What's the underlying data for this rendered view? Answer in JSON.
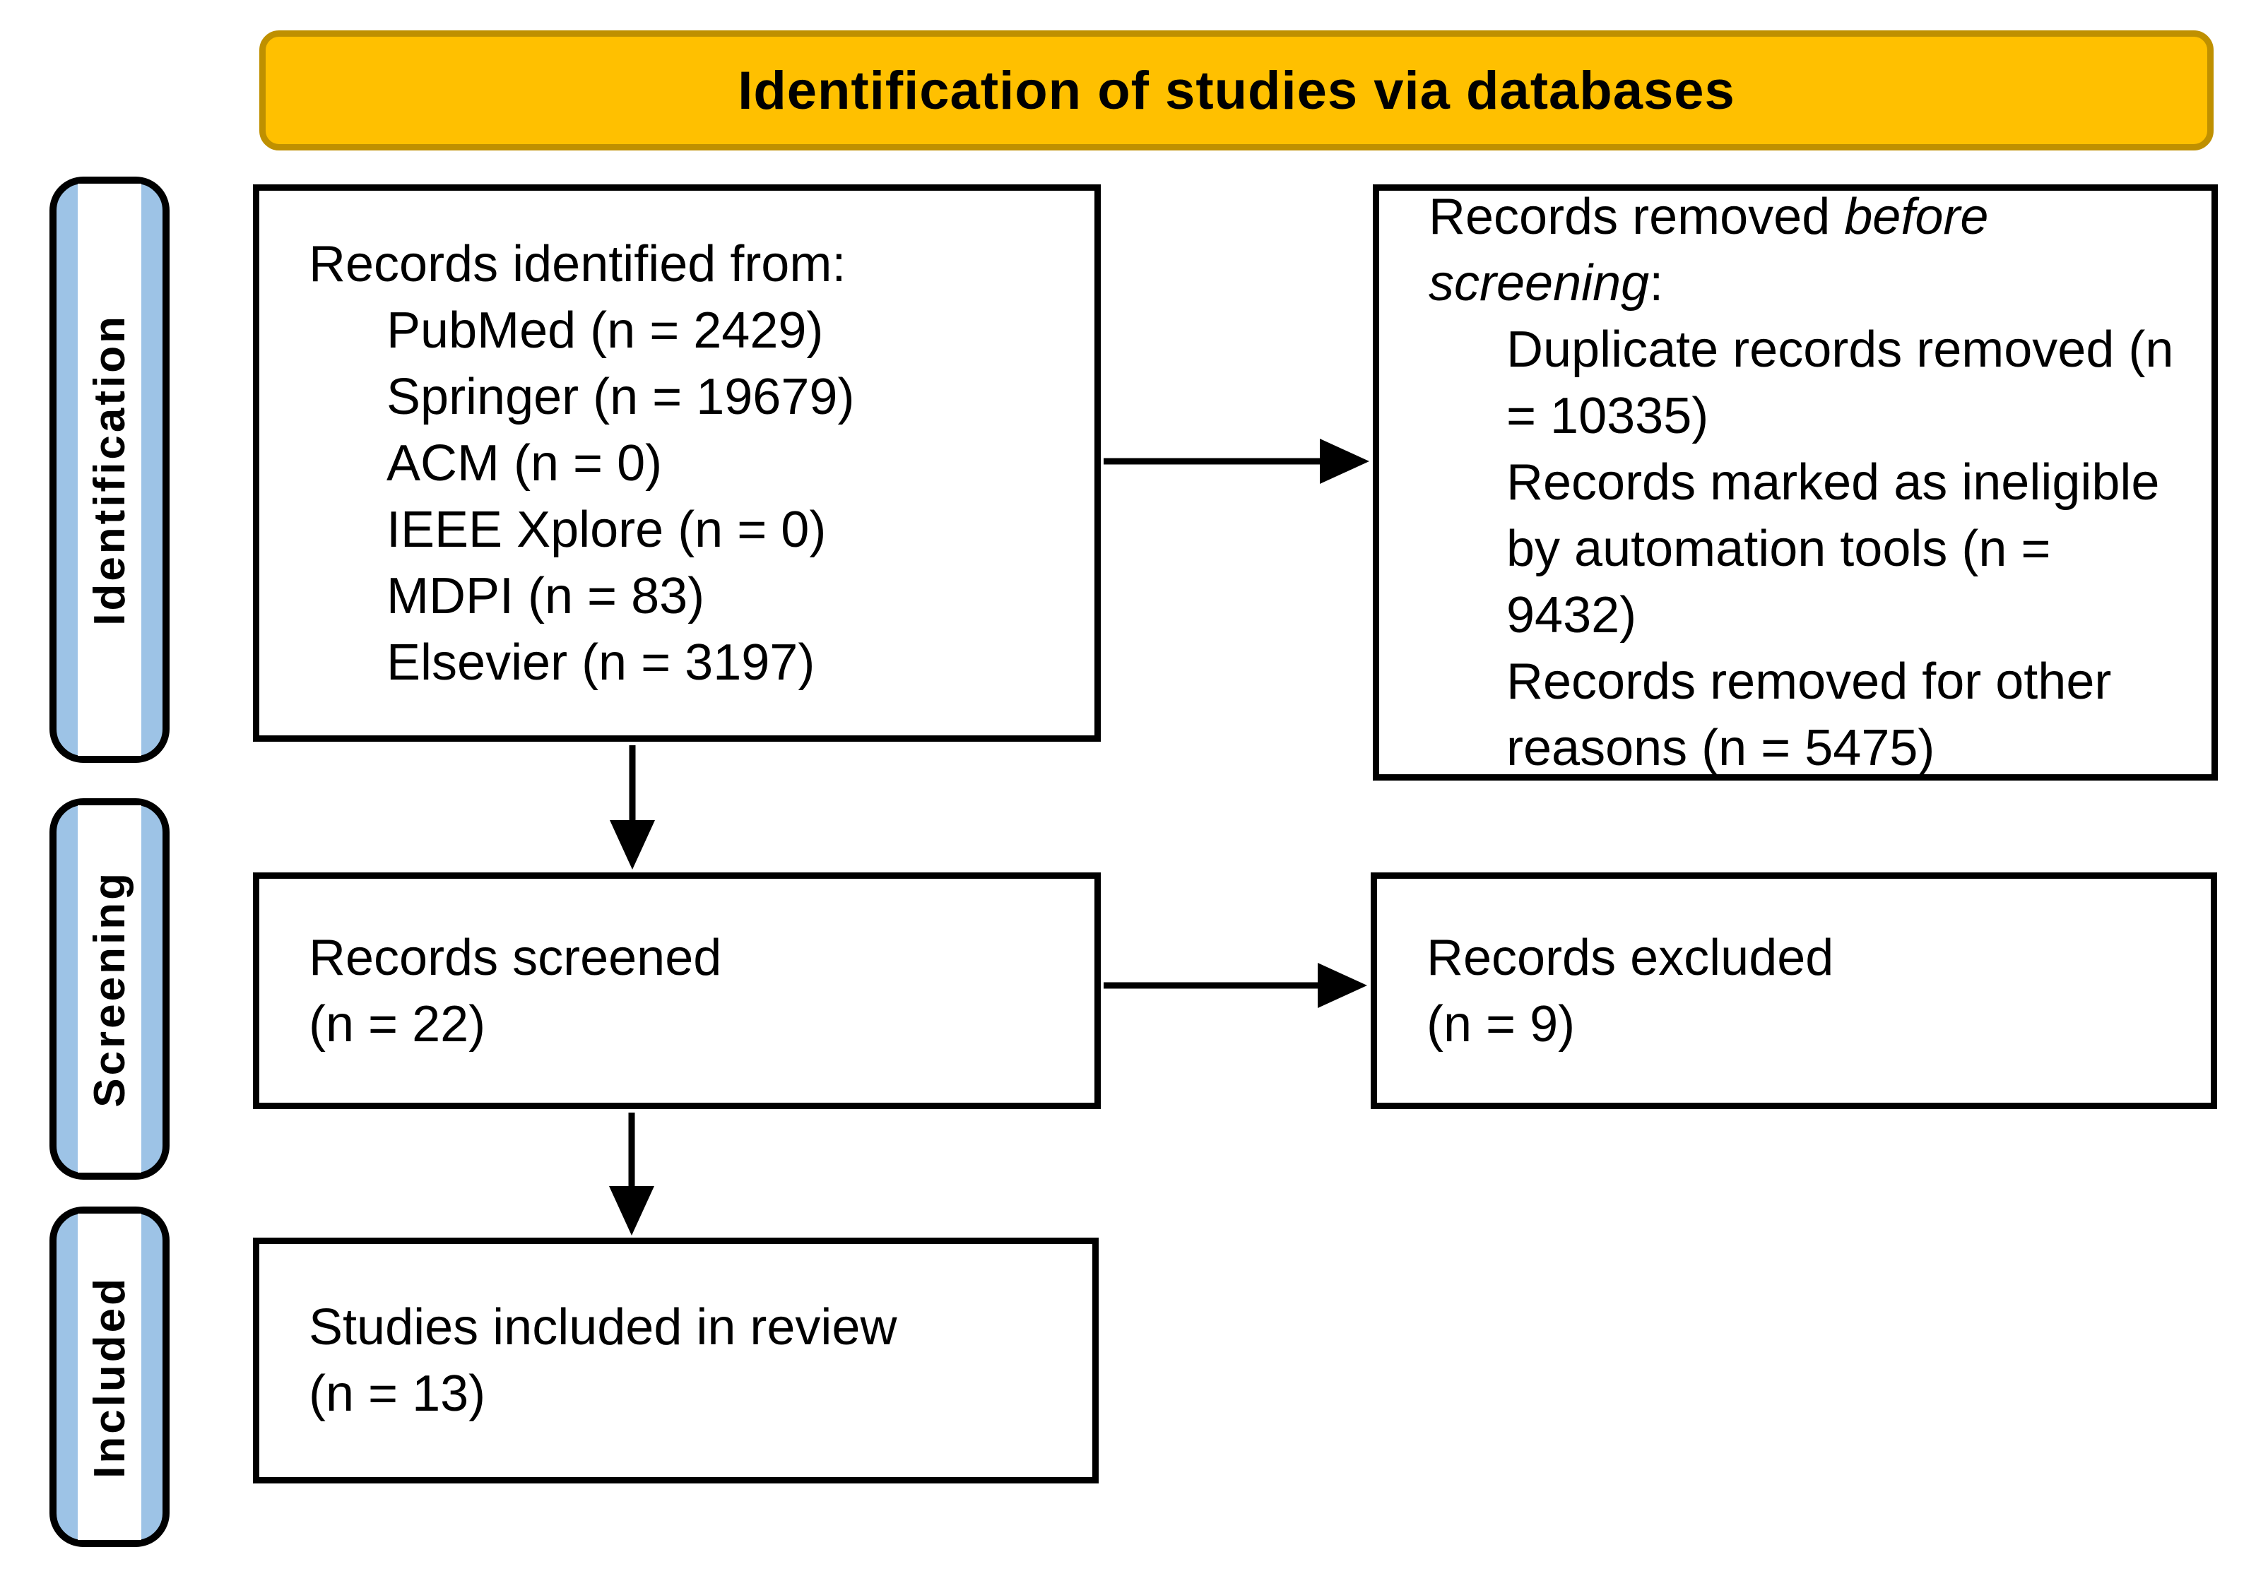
{
  "header": {
    "title": "Identification of studies via databases"
  },
  "sidebar": {
    "identification_label": "Identification",
    "screening_label": "Screening",
    "included_label": "Included"
  },
  "boxes": {
    "identified": {
      "title": "Records identified from:",
      "items": [
        "PubMed (n = 2429)",
        "Springer (n = 19679)",
        "ACM (n = 0)",
        "IEEE Xplore (n = 0)",
        "MDPI (n = 83)",
        "Elsevier (n = 3197)"
      ]
    },
    "removed": {
      "title_pre": "Records removed ",
      "title_italic_1": "before",
      "title_italic_2": "screening",
      "title_post": ":",
      "items": [
        "Duplicate records removed (n = 10335)",
        "Records marked as ineligible by automation tools (n = 9432)",
        "Records removed for other reasons (n = 5475)"
      ]
    },
    "screened": {
      "line1": "Records screened",
      "line2": "(n = 22)"
    },
    "excluded": {
      "line1": "Records excluded",
      "line2": "(n = 9)"
    },
    "included_review": {
      "line1": "Studies included in review",
      "line2": "(n = 13)"
    }
  },
  "colors": {
    "header_fill": "#FFC000",
    "header_border": "#BF9000",
    "tab_fill": "#9DC3E6",
    "tab_border": "#000000",
    "box_border": "#000000",
    "text": "#000000"
  }
}
